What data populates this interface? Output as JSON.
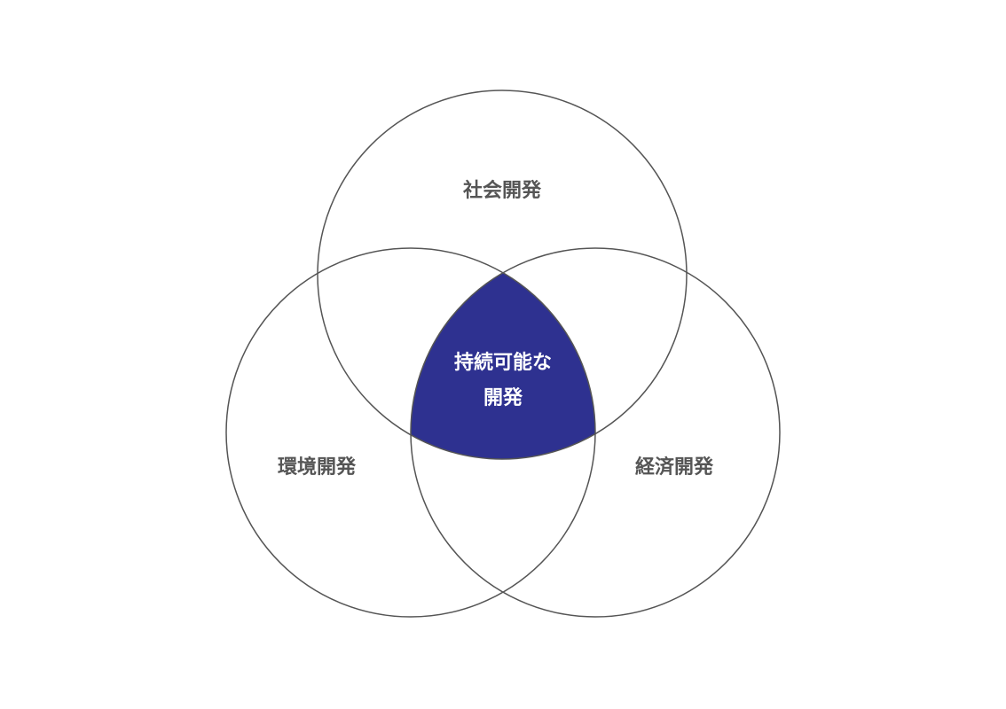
{
  "diagram": {
    "type": "venn",
    "colors": {
      "outline": "#555555",
      "intersection": "#2e3190",
      "label": "#555555",
      "center_text": "#ffffff"
    },
    "sets": [
      {
        "id": "social",
        "label": "社会開発"
      },
      {
        "id": "environment",
        "label": "環境開発"
      },
      {
        "id": "economic",
        "label": "経済開発"
      }
    ],
    "intersection": {
      "line1": "持続可能な",
      "line2": "開発"
    }
  }
}
